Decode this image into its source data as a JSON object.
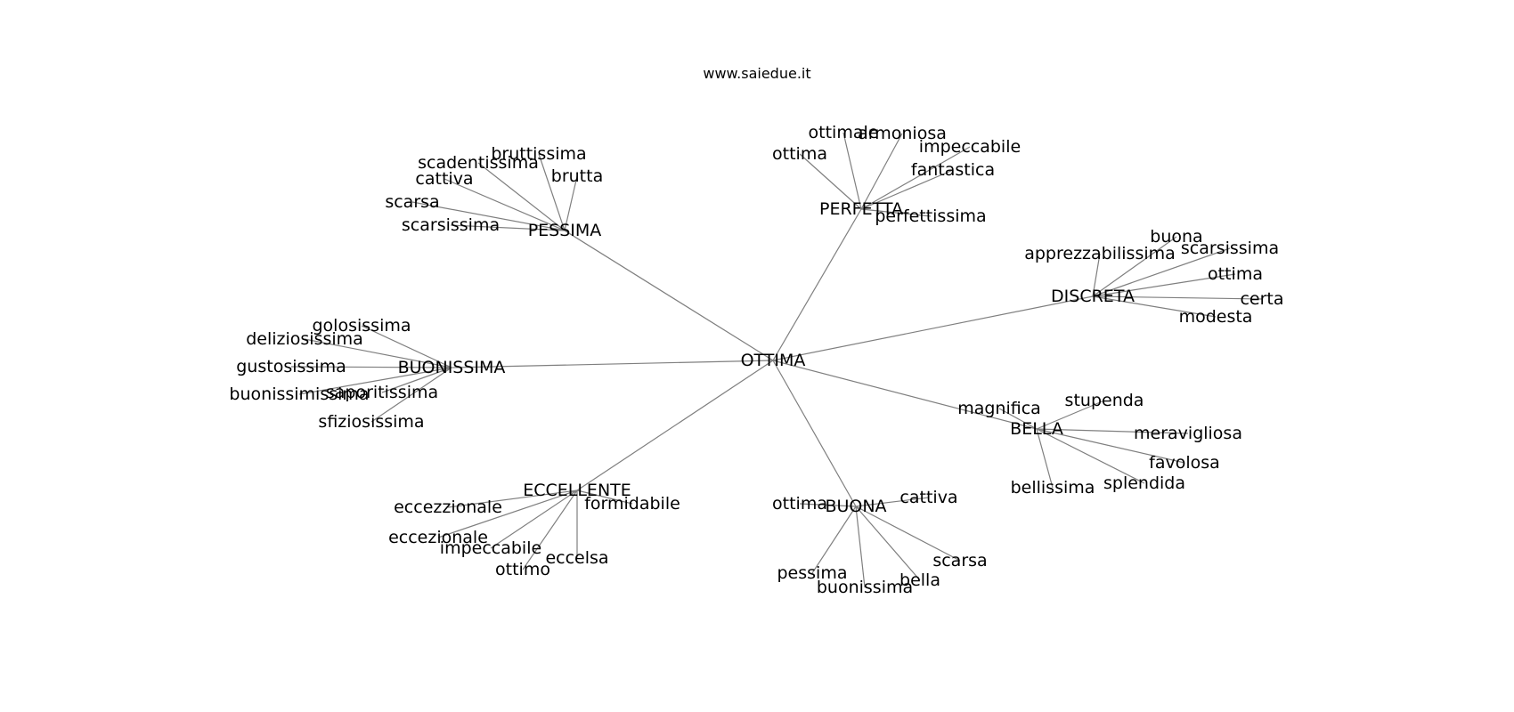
{
  "title": "www.saiedue.it",
  "center": "OTTIMA",
  "hubs": [
    {
      "label": "PESSIMA",
      "leaves": [
        "bruttissima",
        "scadentissima",
        "cattiva",
        "brutta",
        "scarsa",
        "scarsissima"
      ]
    },
    {
      "label": "PERFETTA",
      "leaves": [
        "ottimale",
        "armoniosa",
        "ottima",
        "impeccabile",
        "fantastica",
        "perfettissima"
      ]
    },
    {
      "label": "DISCRETA",
      "leaves": [
        "buona",
        "apprezzabilissima",
        "scarsissima",
        "ottima",
        "certa",
        "modesta"
      ]
    },
    {
      "label": "BUONISSIMA",
      "leaves": [
        "golosissima",
        "deliziosissima",
        "gustosissima",
        "saporitissima",
        "buonissimissima",
        "sfiziosissima"
      ]
    },
    {
      "label": "BELLA",
      "leaves": [
        "magnifica",
        "stupenda",
        "meravigliosa",
        "favolosa",
        "splendida",
        "bellissima"
      ]
    },
    {
      "label": "ECCELLENTE",
      "leaves": [
        "formidabile",
        "eccezzionale",
        "eccezionale",
        "impeccabile",
        "eccelsa",
        "ottimo"
      ]
    },
    {
      "label": "BUONA",
      "leaves": [
        "ottima",
        "cattiva",
        "scarsa",
        "bella",
        "buonissima",
        "pessima"
      ]
    }
  ]
}
